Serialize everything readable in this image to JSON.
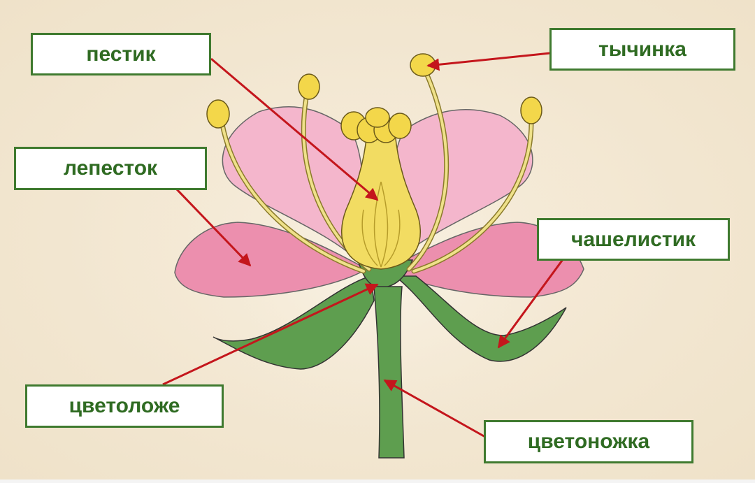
{
  "labels": {
    "pistil": "пестик",
    "stamen": "тычинка",
    "petal": "лепесток",
    "sepal": "чашелистик",
    "receptacle": "цветоложе",
    "peduncle": "цветоножка"
  },
  "colors": {
    "label_text": "#2f6b22",
    "label_border": "#3f7a2f",
    "arrow": "#c4161c",
    "petal_light": "#f4b6cc",
    "petal_dark": "#ec8fae",
    "stem": "#5e9e4f",
    "pistil": "#f2dc62",
    "background": "#f2e6d0"
  }
}
